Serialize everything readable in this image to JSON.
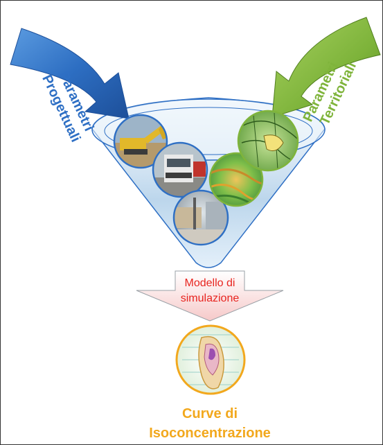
{
  "left_input": {
    "line1": "Parametri",
    "line2": "Progettuali"
  },
  "right_input": {
    "line1": "Parametri",
    "line2": "Territoriali"
  },
  "model": {
    "line1": "Modello di",
    "line2": "simulazione"
  },
  "output": {
    "line1": "Curve di",
    "line2": "Isoconcentrazione"
  },
  "colors": {
    "left_arrow": "#2e6fc4",
    "right_arrow": "#7fb43b",
    "funnel": "#c9dff0",
    "model_text": "#e8241f",
    "output_text": "#f2a81d"
  }
}
